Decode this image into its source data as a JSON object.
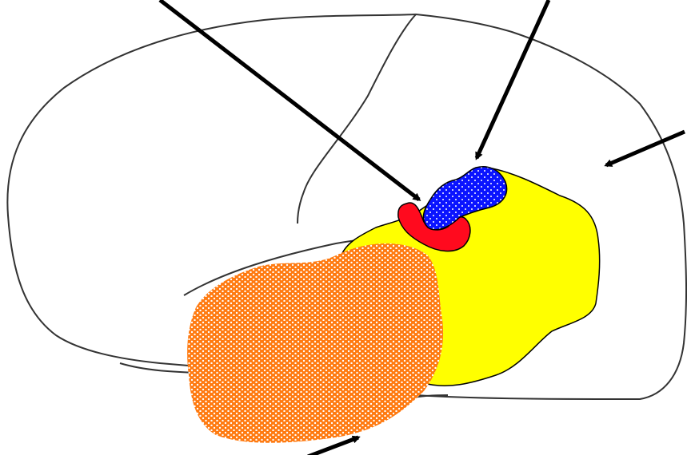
{
  "diagram": {
    "background": "#ffffff",
    "outline_color": "#333333",
    "arrow_color": "#000000",
    "regions": [
      {
        "name": "yellow-region",
        "fill": "#ffff00",
        "pattern": "none"
      },
      {
        "name": "orange-region",
        "fill": "#ff7a10",
        "pattern": "white-dots"
      },
      {
        "name": "red-region",
        "fill": "#ff0a1e",
        "pattern": "none"
      },
      {
        "name": "blue-region",
        "fill": "#0a14ff",
        "pattern": "white-dots"
      }
    ],
    "arrows": [
      {
        "name": "arrow-to-red-region",
        "target": "red-region"
      },
      {
        "name": "arrow-to-blue-region",
        "target": "blue-region"
      },
      {
        "name": "arrow-to-yellow-region",
        "target": "yellow-region"
      },
      {
        "name": "arrow-to-orange-region",
        "target": "orange-region"
      }
    ]
  }
}
